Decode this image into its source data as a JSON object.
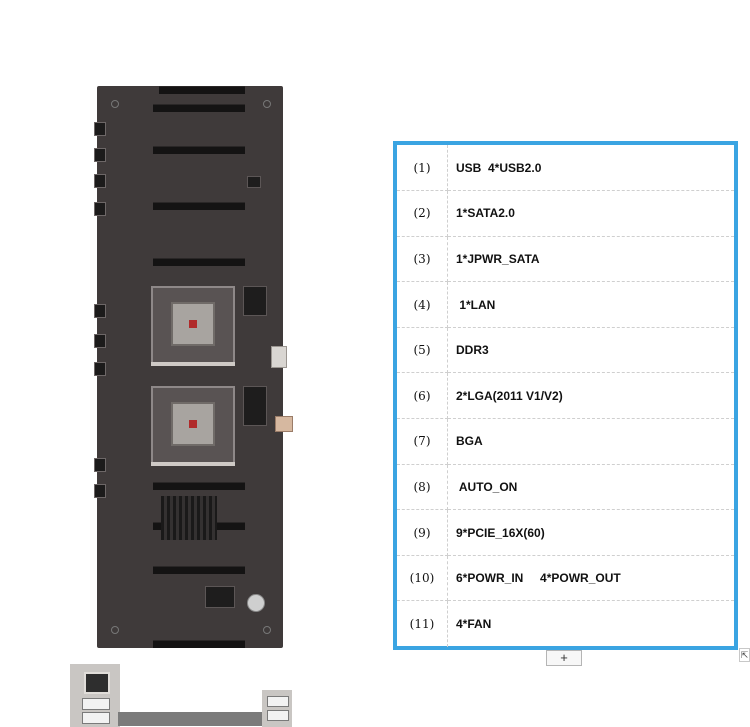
{
  "spec_table": {
    "rows": [
      {
        "num": "(1)",
        "value": "USB  4*USB2.0"
      },
      {
        "num": "(2)",
        "value": "1*SATA2.0"
      },
      {
        "num": "(3)",
        "value": "1*JPWR_SATA"
      },
      {
        "num": "(4)",
        "value": " 1*LAN"
      },
      {
        "num": "(5)",
        "value": "DDR3"
      },
      {
        "num": "(6)",
        "value": "2*LGA(2011 V1/V2)"
      },
      {
        "num": "(7)",
        "value": "BGA"
      },
      {
        "num": "(8)",
        "value": " AUTO_ON"
      },
      {
        "num": "(9)",
        "value": "9*PCIE_16X(60)"
      },
      {
        "num": "(10)",
        "value": "6*POWR_IN     4*POWR_OUT"
      },
      {
        "num": "(11)",
        "value": "4*FAN"
      }
    ],
    "border_color": "#3aa4e2"
  },
  "controls": {
    "add_button_label": "+",
    "resize_icon": "resize-corner-icon",
    "resize_glyph": "⇱"
  },
  "image": {
    "subject": "motherboard-photo"
  }
}
